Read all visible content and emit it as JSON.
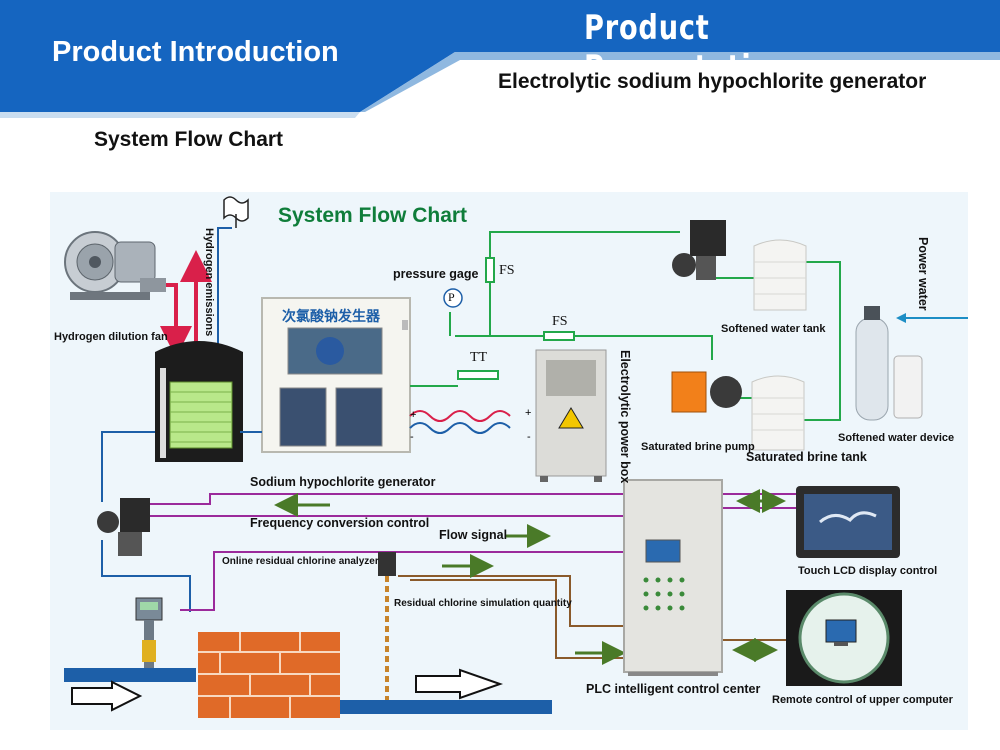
{
  "header": {
    "left_title": "Product Introduction",
    "top_title": "Product Presentation",
    "subtitle": "Electrolytic sodium hypochlorite generator",
    "section_title": "System Flow Chart"
  },
  "diagram": {
    "title": "System Flow Chart",
    "generator_sign": "次氯酸钠发生器",
    "labels": {
      "hydrogen_dilution_fan": "Hydrogen dilution fan",
      "hydrogen_emissions": "Hydrogen emissions",
      "pressure_gage": "pressure gage",
      "pressure_symbol": "P",
      "fs_top": "FS",
      "fs_mid": "FS",
      "tt": "TT",
      "electrolytic_power_box": "Electrolytic power box",
      "power_water": "Power water",
      "softened_water_tank": "Softened water tank",
      "softened_water_device": "Softened water device",
      "saturated_brine_pump": "Saturated brine pump",
      "saturated_brine_tank": "Saturated brine tank",
      "sodium_hypochlorite_generator": "Sodium hypochlorite generator",
      "frequency_conversion_control": "Frequency conversion control",
      "flow_signal": "Flow signal",
      "online_residual_chlorine_analyzer": "Online residual chlorine analyzer",
      "residual_chlorine_simulation_quantity": "Residual chlorine simulation quantity",
      "touch_lcd_display_control": "Touch LCD display control",
      "plc_intelligent_control_center": "PLC intelligent control center",
      "remote_control_of_upper_computer": "Remote control of upper computer"
    }
  },
  "colors": {
    "banner_blue": "#1565c0",
    "banner_light": "#dbe9f6",
    "pipe_blue": "#1d5fa8",
    "water_green": "#23a84a",
    "signal_purple": "#9b2a9b",
    "signal_brown": "#8a5a2b",
    "hydrogen_red": "#d9204a",
    "title_green": "#0f7d3a"
  }
}
